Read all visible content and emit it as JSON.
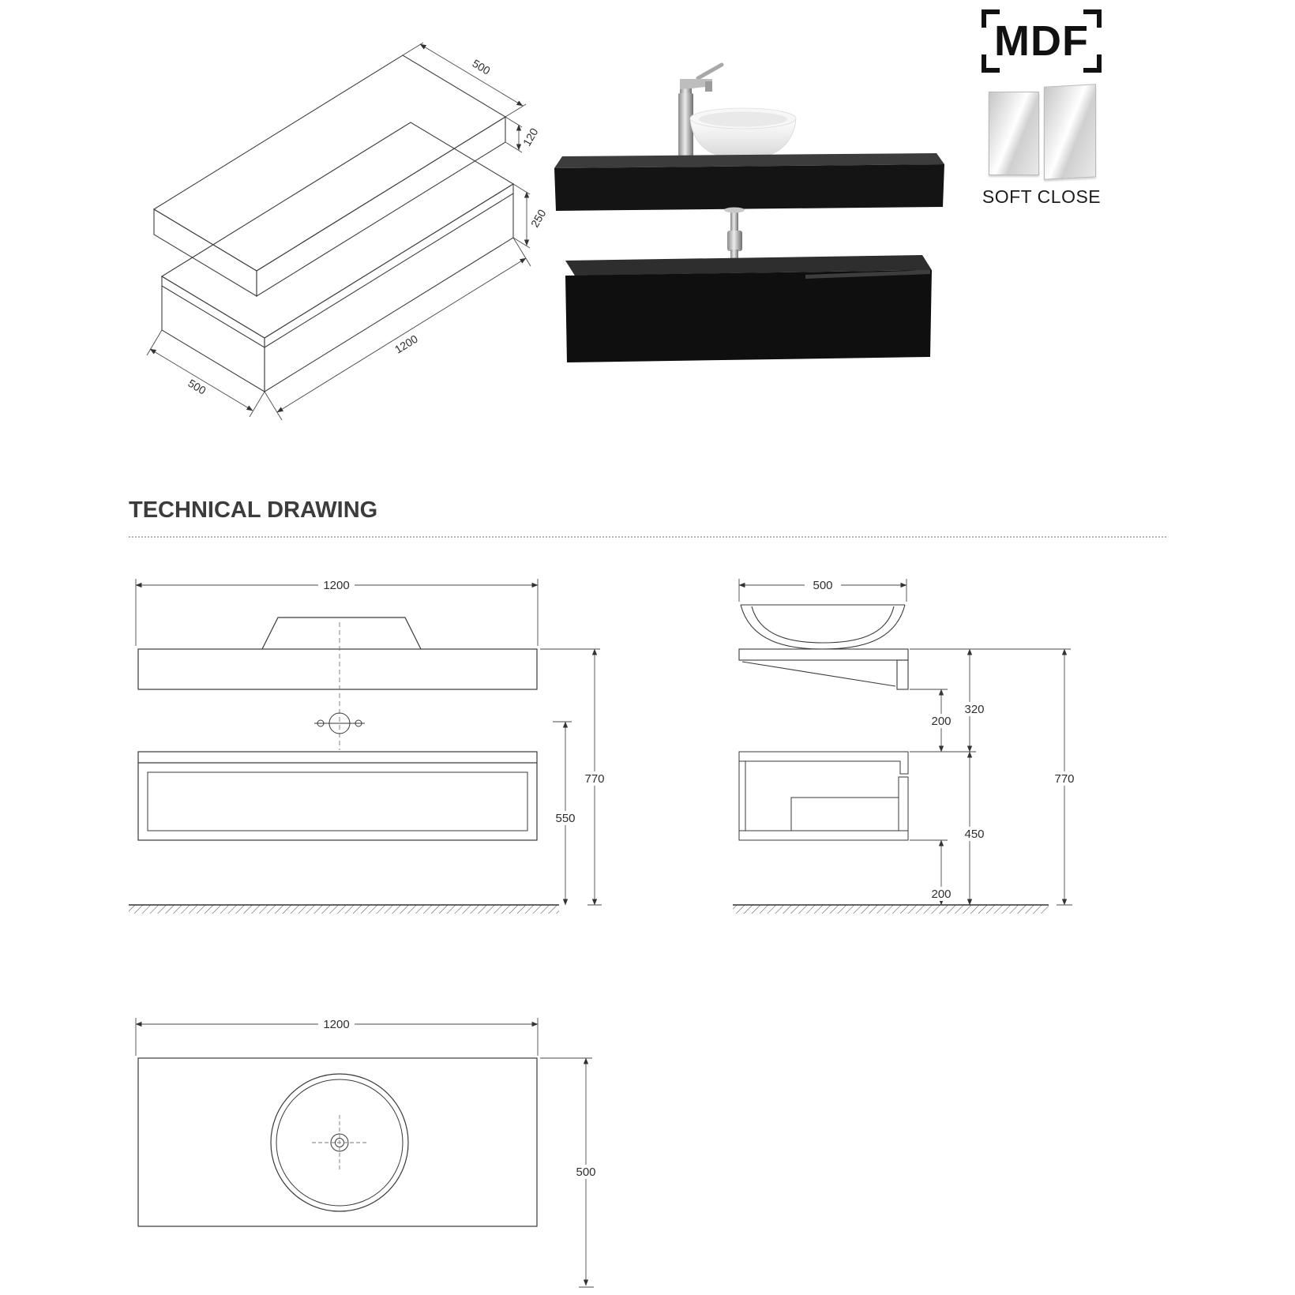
{
  "header": {
    "mdf_badge": "MDF",
    "soft_close_label": "SOFT CLOSE"
  },
  "section": {
    "title": "TECHNICAL DRAWING"
  },
  "iso_view": {
    "top_depth": "500",
    "top_thickness": "120",
    "cabinet_height": "250",
    "length": "1200",
    "cabinet_depth": "500"
  },
  "front_view": {
    "width": "1200",
    "height_550": "550",
    "height_770": "770"
  },
  "side_view": {
    "depth": "500",
    "gap_upper": "200",
    "height_320": "320",
    "height_450": "450",
    "clearance_lower": "200",
    "height_770": "770"
  },
  "top_view": {
    "width": "1200",
    "depth": "500"
  }
}
